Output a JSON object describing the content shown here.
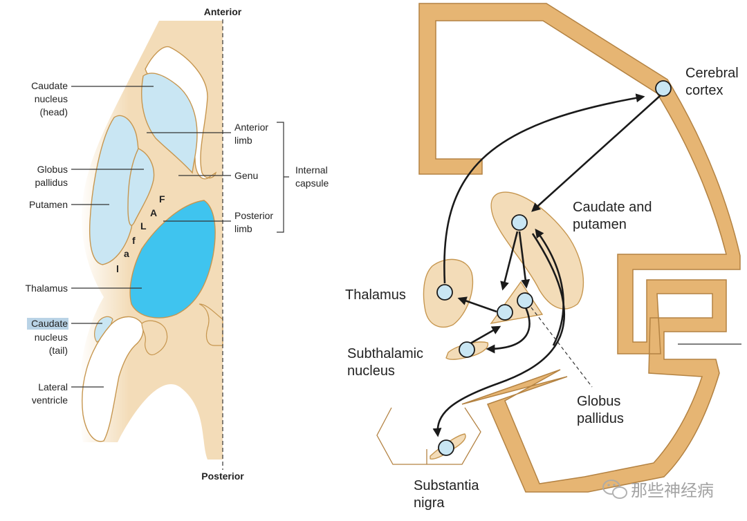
{
  "left_panel": {
    "axis": {
      "top": "Anterior",
      "bottom": "Posterior"
    },
    "labels": {
      "caudate_head": [
        "Caudate",
        "nucleus",
        "(head)"
      ],
      "globus_pallidus": [
        "Globus",
        "pallidus"
      ],
      "putamen": "Putamen",
      "thalamus": "Thalamus",
      "caudate_tail": [
        "Caudate",
        "nucleus",
        "(tail)"
      ],
      "lateral_ventricle": [
        "Lateral",
        "ventricle"
      ],
      "anterior_limb": [
        "Anterior",
        "limb"
      ],
      "genu": "Genu",
      "posterior_limb": [
        "Posterior",
        "limb"
      ],
      "internal_capsule": [
        "Internal",
        "capsule"
      ]
    },
    "somatotopy_letters": [
      "F",
      "A",
      "L",
      "f",
      "a",
      "l"
    ]
  },
  "right_panel": {
    "labels": {
      "cerebral_cortex": [
        "Cerebral",
        "cortex"
      ],
      "caudate_putamen": [
        "Caudate and",
        "putamen"
      ],
      "thalamus": "Thalamus",
      "subthalamic_nucleus": [
        "Subthalamic",
        "nucleus"
      ],
      "globus_pallidus": [
        "Globus",
        "pallidus"
      ],
      "substantia_nigra": [
        "Substantia",
        "nigra"
      ]
    }
  },
  "watermark": "那些神经病",
  "colors": {
    "tissue": "#f3dcb8",
    "light_blue": "#c9e6f3",
    "thalamus_blue": "#3fc4ef",
    "cortex_tan": "#e6b573",
    "highlight": "#b9d3e6"
  }
}
